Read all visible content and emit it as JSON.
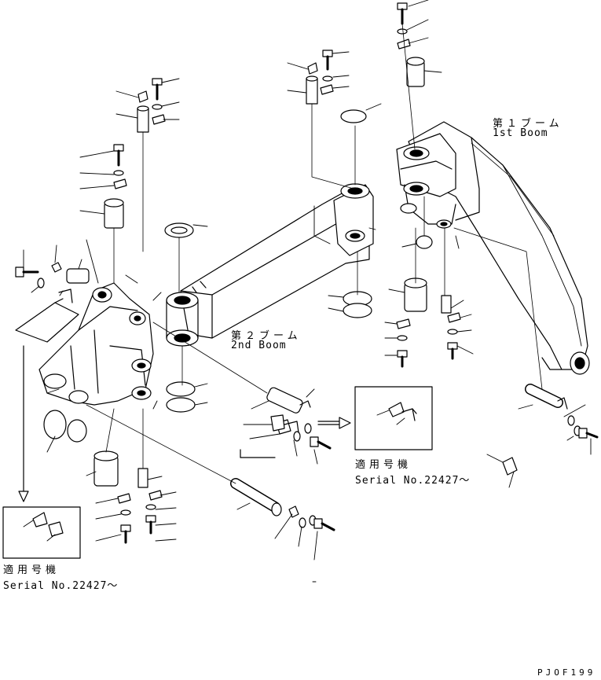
{
  "labels": {
    "first_boom_jp": "第１ブーム",
    "first_boom_en": "1st Boom",
    "second_boom_jp": "第２ブーム",
    "second_boom_en": "2nd Boom",
    "serial_right_jp": "適用号機",
    "serial_right_en": "Serial No.22427～",
    "serial_left_jp": "適用号機",
    "serial_left_en": "Serial No.22427～",
    "drawing_code": "PJOF199"
  }
}
